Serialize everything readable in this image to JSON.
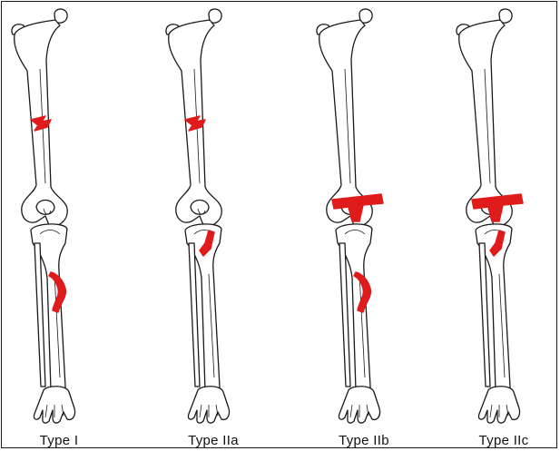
{
  "colors": {
    "bone_outline": "#1a1a1a",
    "bone_fill": "#ffffff",
    "fracture": "#e01b1b"
  },
  "panels": [
    {
      "label": "Type I",
      "fractures": [
        "femur-shaft",
        "tibia-shaft"
      ]
    },
    {
      "label": "Type IIa",
      "fractures": [
        "femur-shaft",
        "tibial-plateau"
      ]
    },
    {
      "label": "Type IIb",
      "fractures": [
        "femur-condyles",
        "tibia-shaft"
      ]
    },
    {
      "label": "Type IIc",
      "fractures": [
        "femur-condyles",
        "tibial-plateau"
      ]
    }
  ]
}
